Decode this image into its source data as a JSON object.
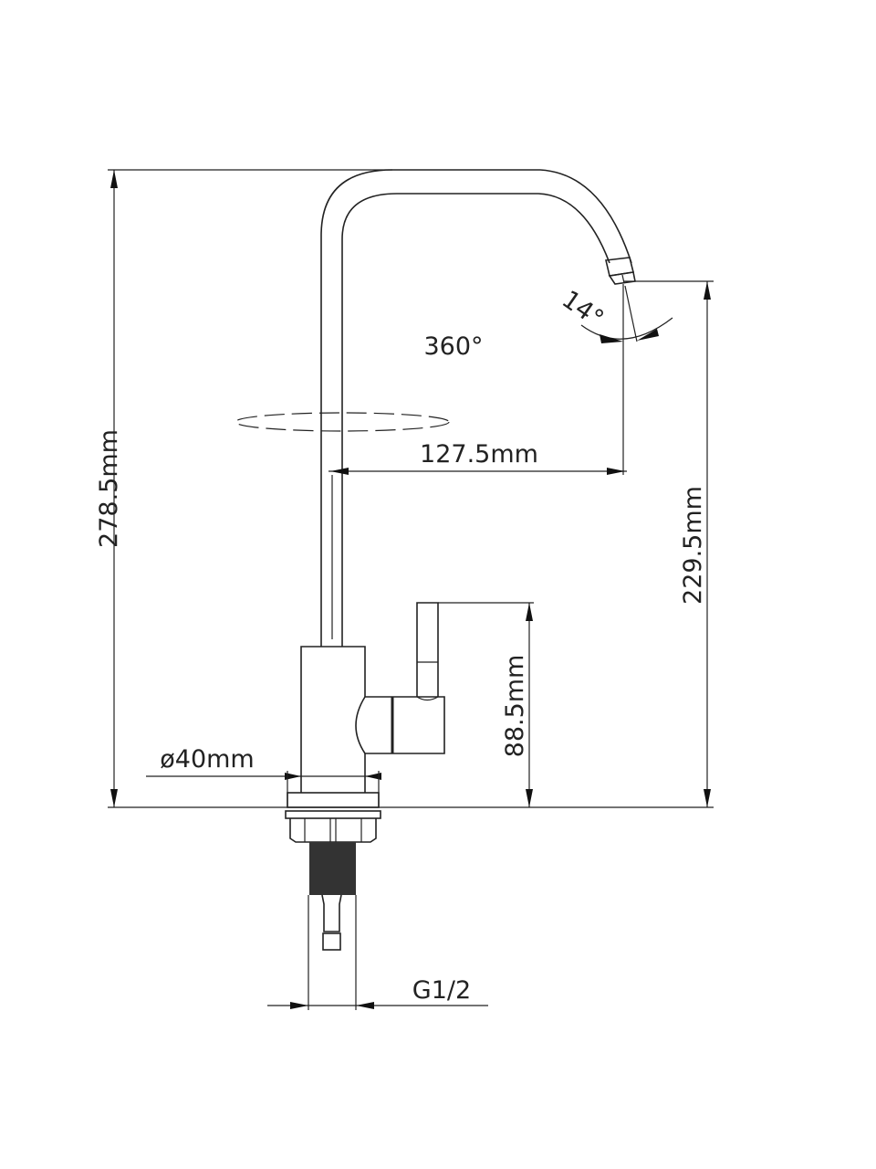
{
  "drawing": {
    "total_height": "278.5mm",
    "rotation": "360°",
    "spout_reach": "127.5mm",
    "spout_angle": "14°",
    "spout_height": "229.5mm",
    "handle_height": "88.5mm",
    "base_diameter": "ø40mm",
    "thread": "G1/2"
  }
}
